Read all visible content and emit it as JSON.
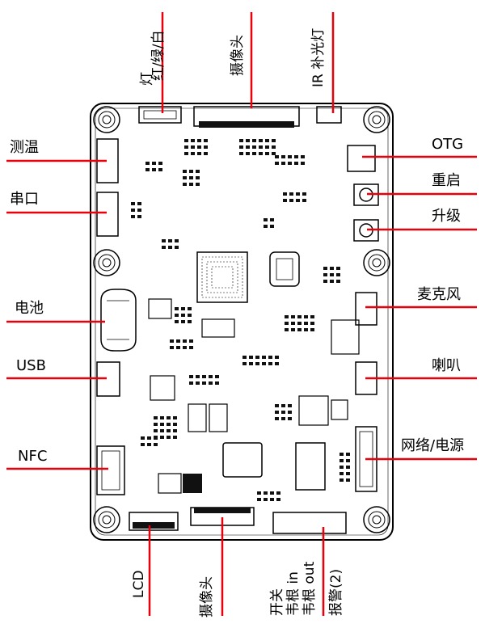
{
  "labels": {
    "top_light": "灯",
    "top_light_colors": "红/绿/白",
    "top_camera": "摄像头",
    "top_ir": "IR 补光灯",
    "left_temp": "测温",
    "left_serial": "串口",
    "left_battery": "电池",
    "left_usb": "USB",
    "left_nfc": "NFC",
    "right_otg": "OTG",
    "right_restart": "重启",
    "right_upgrade": "升级",
    "right_mic": "麦克风",
    "right_speaker": "喇叭",
    "right_network_power": "网络/电源",
    "bottom_lcd": "LCD",
    "bottom_camera": "摄像头",
    "bottom_switch": "开关",
    "bottom_wiegand_in": "韦根 in",
    "bottom_wiegand_out": "韦根 out",
    "bottom_alarm": "报警(2)"
  },
  "colors": {
    "leader_line": "#e8000b",
    "board_outline": "#000000",
    "background": "#ffffff"
  }
}
